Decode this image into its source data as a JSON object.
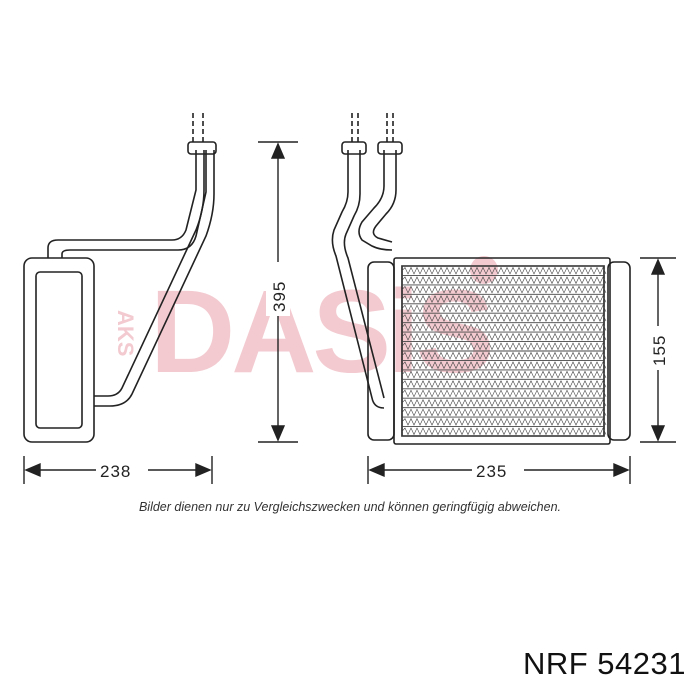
{
  "dimensions": {
    "width_left": "238",
    "height_left": "395",
    "width_right": "235",
    "height_right": "155"
  },
  "watermark": {
    "text": "DASiS",
    "small_text": "AKS",
    "color": "#d0203a"
  },
  "caption": "Bilder dienen nur zu Vergleichszwecken und können geringfügig abweichen.",
  "part_label": "NRF 54231",
  "colors": {
    "line": "#222222",
    "background": "#ffffff"
  }
}
